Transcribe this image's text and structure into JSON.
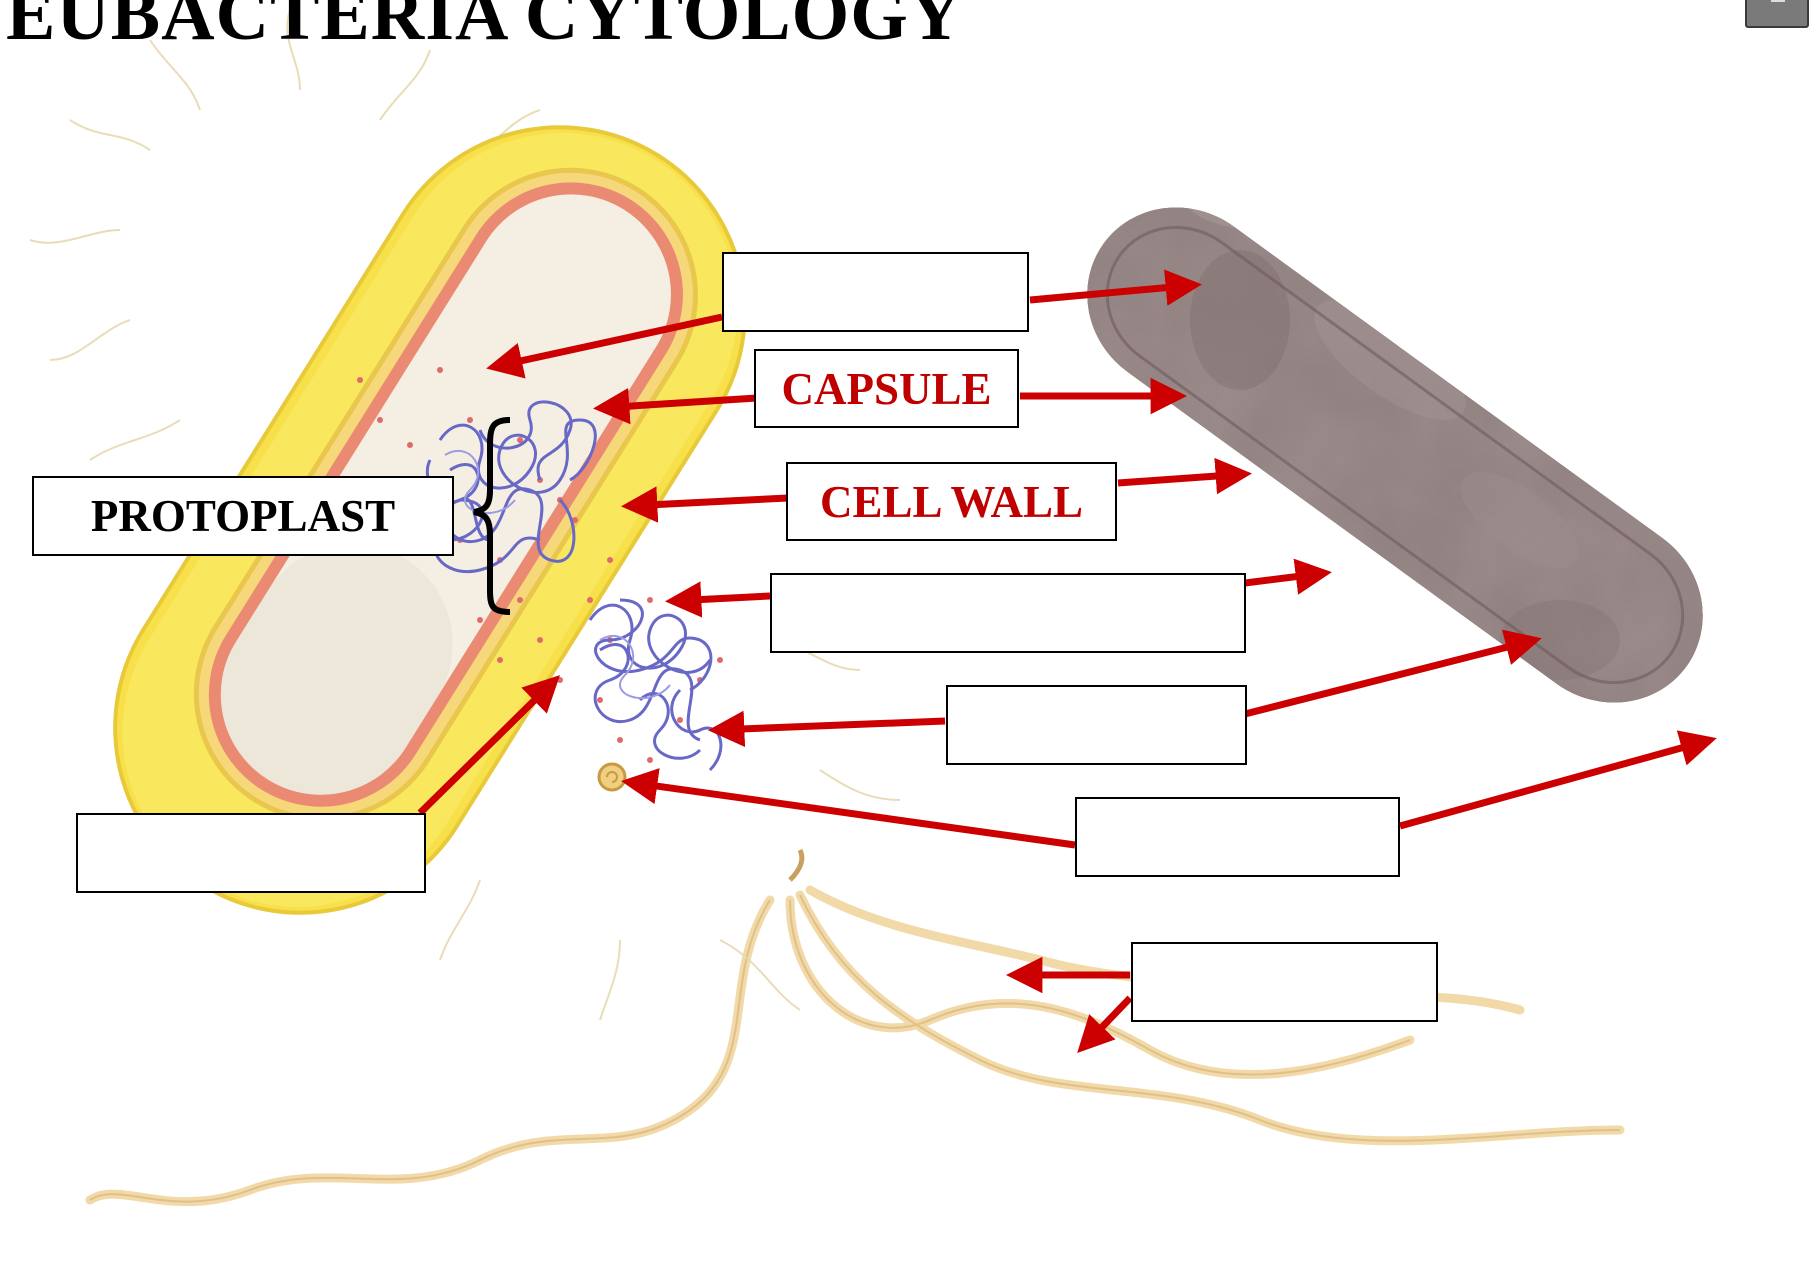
{
  "title": "EUBACTERIA CYTOLOGY",
  "labels": {
    "capsule": "CAPSULE",
    "cell_wall": "CELL WALL",
    "protoplast": "PROTOPLAST",
    "blank_1": "",
    "blank_2": "",
    "blank_3": "",
    "blank_4": "",
    "blank_5": "",
    "blank_6": "",
    "blank_7": ""
  },
  "colors": {
    "arrow": "#cc0000",
    "label_text": "#c00000",
    "capsule_yellow": "#f8e45a",
    "membrane_red": "#e8806e",
    "cytoplasm": "#f6f0e4",
    "nucleoid": "#6a6ac8",
    "micrograph_gray": "#7d6c6c",
    "flagella": "#f3ddb0"
  },
  "icons": [
    "slide-navigation-icon"
  ]
}
